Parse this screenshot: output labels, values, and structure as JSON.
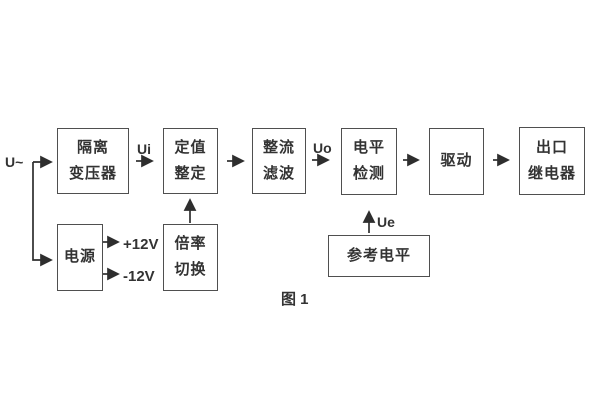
{
  "figure": {
    "caption": "图 1",
    "colors": {
      "background": "#ffffff",
      "box_border": "#4f4f4f",
      "line": "#2e2e2e",
      "text": "#333333"
    }
  },
  "signal_labels": {
    "input": "U~",
    "ui": "Ui",
    "uo": "Uo",
    "ue": "Ue",
    "plus_12v": "+12V",
    "minus_12v": "-12V"
  },
  "blocks": {
    "isolation_transformer": {
      "line1": "隔离",
      "line2": "变压器"
    },
    "setpoint": {
      "line1": "定值",
      "line2": "整定"
    },
    "rectifier_filter": {
      "line1": "整流",
      "line2": "滤波"
    },
    "level_detection": {
      "line1": "电平",
      "line2": "检测"
    },
    "drive": {
      "label": "驱动"
    },
    "output_relay": {
      "line1": "出口",
      "line2": "继电器"
    },
    "power_supply": {
      "label": "电源"
    },
    "ratio_switch": {
      "line1": "倍率",
      "line2": "切换"
    },
    "reference_level": {
      "label": "参考电平"
    }
  }
}
